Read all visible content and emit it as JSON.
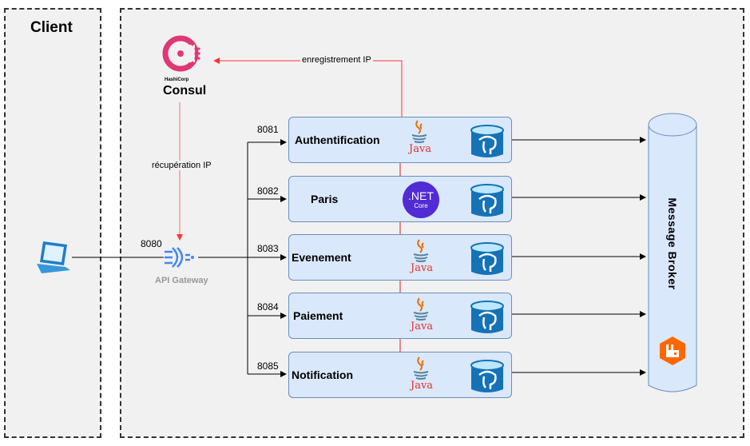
{
  "zones": {
    "client_title": "Client"
  },
  "consul": {
    "brand_small": "HashiCorp",
    "brand_name": "Consul"
  },
  "gateway": {
    "port": "8080",
    "label": "API Gateway"
  },
  "edges": {
    "registration_label": "enregistrement IP",
    "discovery_label": "récupération IP"
  },
  "services": [
    {
      "name": "Authentification",
      "port": "8081",
      "tech": "Java"
    },
    {
      "name": "Paris",
      "port": "8082",
      "tech": ".NET",
      "tech_sub": "Core"
    },
    {
      "name": "Evenement",
      "port": "8083",
      "tech": "Java"
    },
    {
      "name": "Paiement",
      "port": "8084",
      "tech": "Java"
    },
    {
      "name": "Notification",
      "port": "8085",
      "tech": "Java"
    }
  ],
  "broker": {
    "label": "Message Broker"
  },
  "colors": {
    "service_fill": "#dae8fc",
    "service_border": "#6c8ebf",
    "registration_line": "#ff0000",
    "consul_brand": "#e03875",
    "dotnet_purple": "#512bd4",
    "postgres_blue": "#1572b6",
    "rabbitmq_orange": "#ff6600",
    "gateway_blue": "#4285f4"
  }
}
